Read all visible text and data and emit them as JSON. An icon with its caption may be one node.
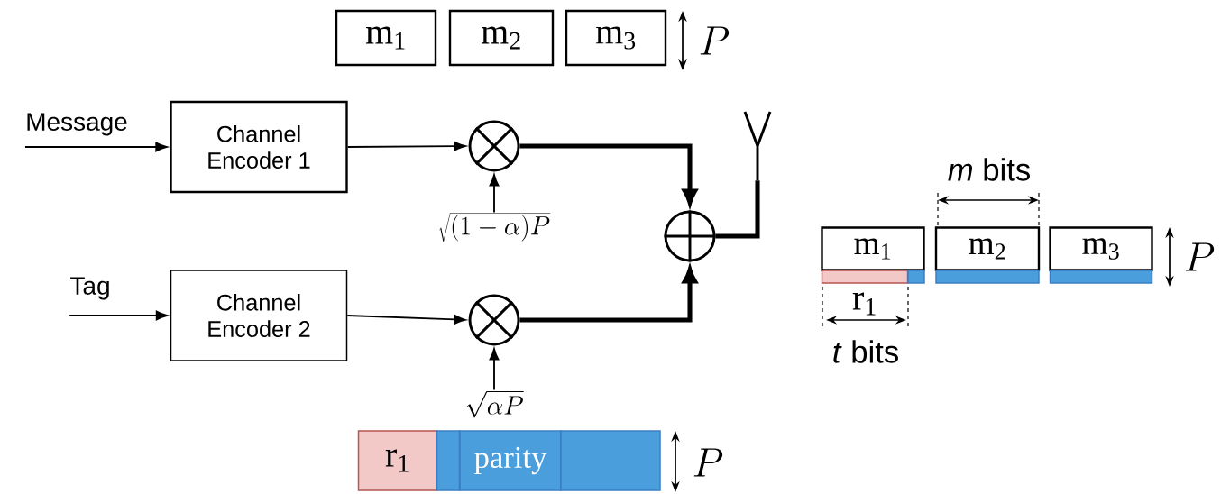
{
  "diagram": {
    "nodes": [
      {
        "text": [
          "m$_{1}$"
        ]
      },
      {
        "text": [
          "m$_{2}$"
        ]
      },
      {
        "text": [
          "m$_{3}$"
        ]
      },
      {
        "text": [
          "Message"
        ]
      },
      {
        "text": [
          "Channel Encoder 1"
        ]
      },
      {
        "text": [],
        "shape": "circle"
      },
      {
        "text": [],
        "shape": "picture"
      },
      {
        "text": [
          "\\sqrt{(1-\\alpha)P}"
        ]
      },
      {
        "text": [],
        "shape": "circle"
      },
      {
        "text": [
          "Tag"
        ]
      },
      {
        "text": [
          "Channel Encoder 2"
        ]
      },
      {
        "text": [],
        "shape": "circle"
      },
      {
        "text": [
          "\\sqrt{\\alpha P}"
        ]
      },
      {
        "text": [
          "r$_{1}$"
        ]
      },
      {
        "text": [],
        "shape": "bar"
      },
      {
        "text": [
          "parity"
        ]
      },
      {
        "text": [],
        "shape": "bar"
      },
      {
        "text": [
          "m$_{1}$"
        ]
      },
      {
        "text": [
          "m$_{2}$"
        ],
        "beside": [
          "*m* bits"
        ]
      },
      {
        "text": [
          "m$_{3}$"
        ]
      },
      {
        "text": [
          "r$_{1}$"
        ],
        "beside": [
          "*t* bits"
        ]
      },
      {
        "text": [],
        "shape": "bar"
      },
      {
        "text": [],
        "shape": "bar"
      },
      {
        "text": [],
        "shape": "bar"
      }
    ],
    "edges": [
      {
        "from": 3,
        "to": 4,
        "arrow": "to"
      },
      {
        "from": 4,
        "to": 5,
        "arrow": "to"
      },
      {
        "from": 7,
        "to": 5,
        "arrow": "to"
      },
      {
        "from": 5,
        "to": 8,
        "arrow": "to",
        "style": "thick"
      },
      {
        "from": 9,
        "to": 10,
        "arrow": "to"
      },
      {
        "from": 10,
        "to": 11,
        "arrow": "to"
      },
      {
        "from": 12,
        "to": 11,
        "arrow": "to"
      },
      {
        "from": 11,
        "to": 8,
        "arrow": "to",
        "style": "thick"
      },
      {
        "from": 8,
        "to": 6,
        "arrow": "none",
        "style": "thick"
      }
    ],
    "labels": [
      "P",
      "P",
      "P"
    ]
  }
}
